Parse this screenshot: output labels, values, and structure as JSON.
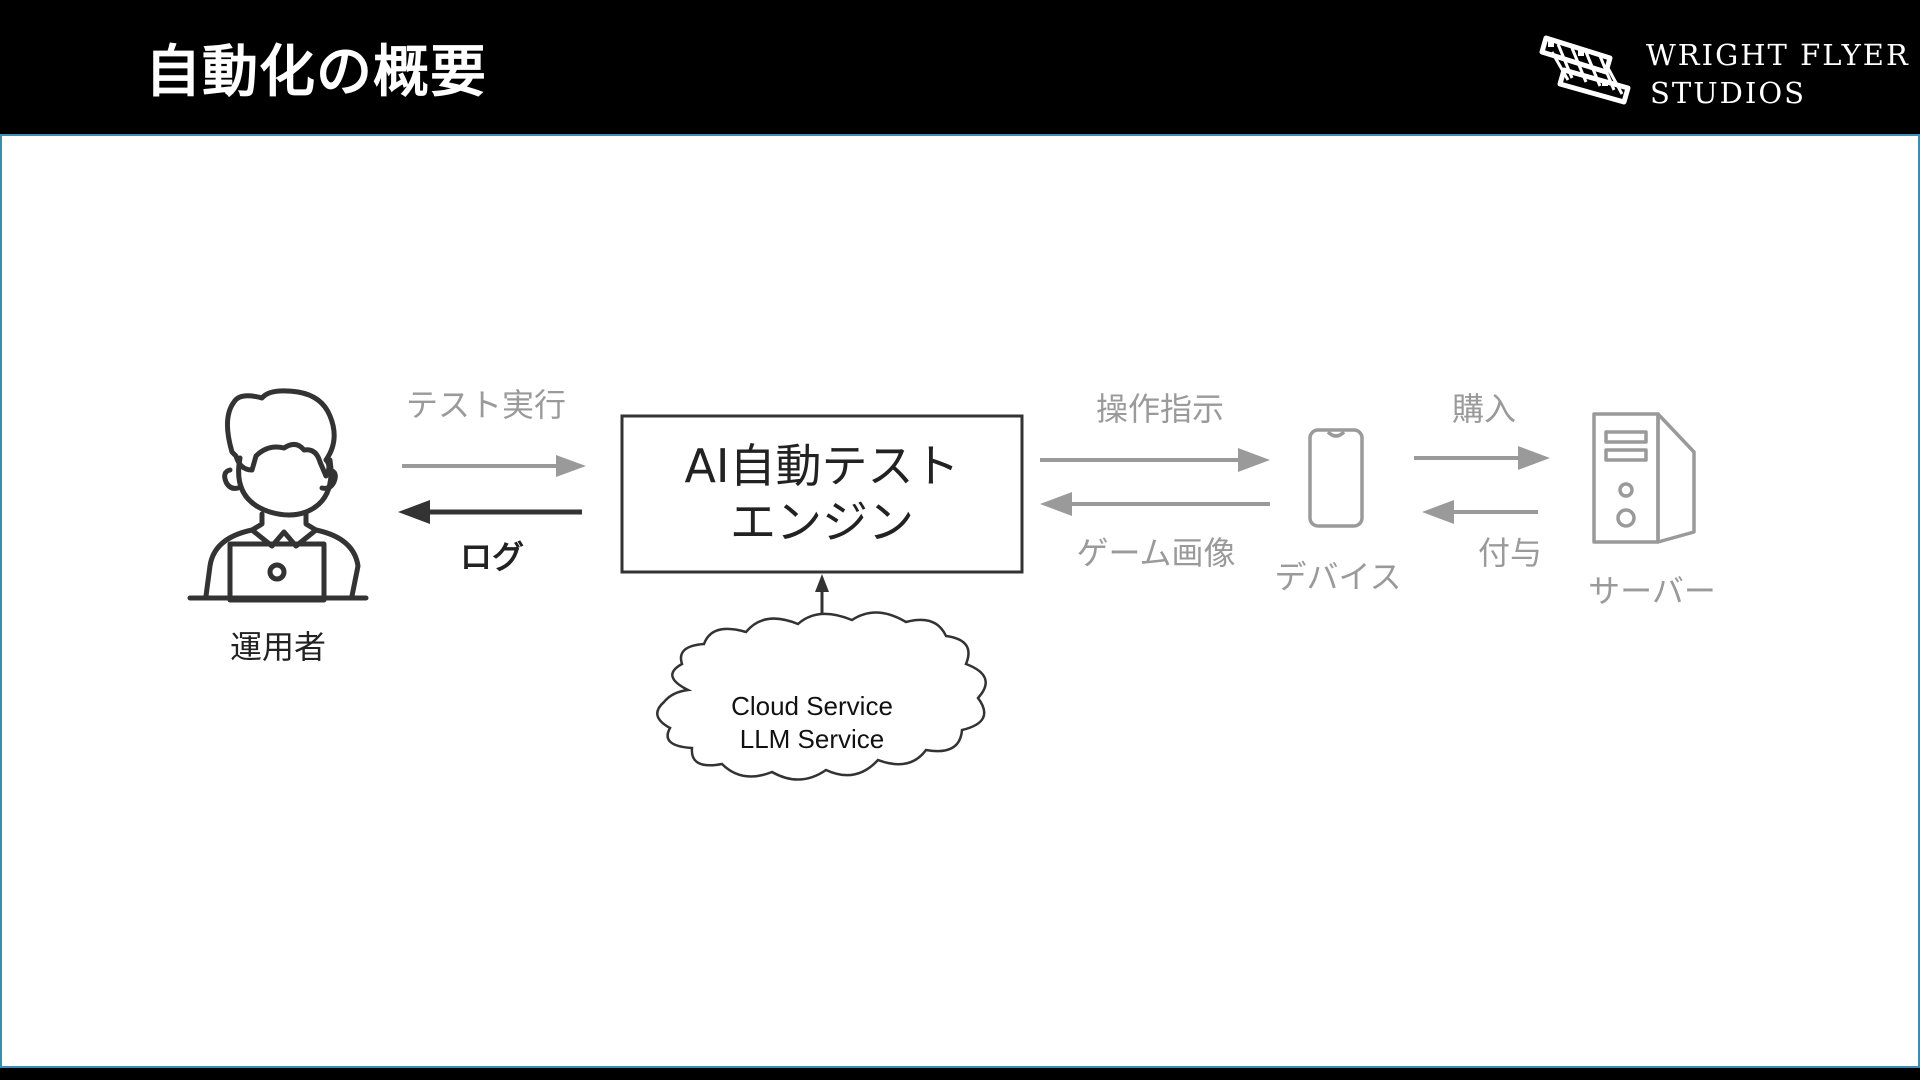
{
  "header": {
    "title": "自動化の概要",
    "logo": {
      "line1": "WRIGHT FLYER",
      "line2": "STUDIOS"
    }
  },
  "diagram": {
    "operator_label": "運用者",
    "arrow_test_run": "テスト実行",
    "arrow_log": "ログ",
    "engine_line1": "AI自動テスト",
    "engine_line2": "エンジン",
    "cloud_line1": "Cloud Service",
    "cloud_line2": "LLM Service",
    "arrow_operation": "操作指示",
    "arrow_game_image": "ゲーム画像",
    "device_label": "デバイス",
    "arrow_purchase": "購入",
    "arrow_grant": "付与",
    "server_label": "サーバー"
  },
  "colors": {
    "header_bg": "#000000",
    "accent_border": "#3a8fb0",
    "active": "#222222",
    "inactive": "#9a9a9a"
  },
  "icons": [
    "person-with-laptop-icon",
    "smartphone-icon",
    "server-tower-icon",
    "cloud-icon",
    "wright-flyer-logo-icon"
  ]
}
